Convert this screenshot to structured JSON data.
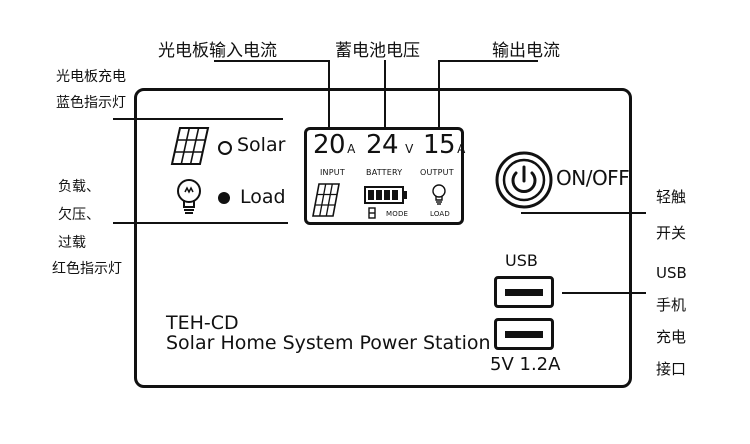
{
  "callouts": {
    "solar_input_current": "光电板输入电流",
    "battery_voltage": "蓄电池电压",
    "output_current": "输出电流",
    "solar_charge_led": [
      "光电板充电",
      "蓝色指示灯"
    ],
    "fault_led": [
      "负载、",
      "欠压、",
      "过载",
      "红色指示灯"
    ],
    "touch_switch": [
      "轻触",
      "开关"
    ],
    "usb_port": [
      "USB",
      "手机",
      "充电",
      "接口"
    ]
  },
  "panel": {
    "solar_label": "Solar",
    "load_label": "Load",
    "lcd": {
      "input_value": "20",
      "input_unit": "A",
      "input_caption": "INPUT",
      "battery_value": "24",
      "battery_unit": "V",
      "battery_caption": "BATTERY",
      "output_value": "15",
      "output_unit": "A",
      "output_caption": "OUTPUT",
      "mode_caption": "MODE",
      "load_caption": "LOAD"
    },
    "power_label": "ON/OFF",
    "usb_label": "USB",
    "usb_rating": "5V 1.2A",
    "model": "TEH-CD",
    "product_name": "Solar Home System Power Station"
  }
}
